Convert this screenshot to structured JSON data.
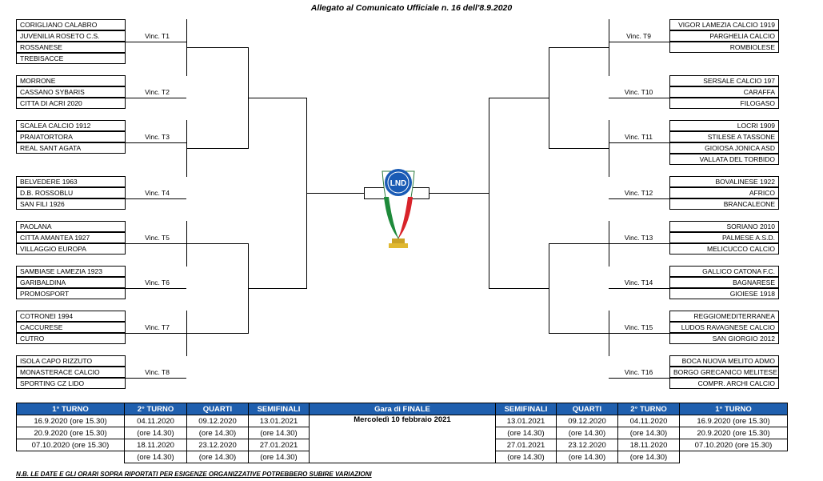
{
  "header": {
    "title": "Allegato al Comunicato Ufficiale n.  16 dell'8.9.2020"
  },
  "left_groups": [
    {
      "teams": [
        "CORIGLIANO CALABRO",
        "JUVENILIA ROSETO C.S.",
        "ROSSANESE",
        "TREBISACCE"
      ],
      "winner": "Vinc. T1"
    },
    {
      "teams": [
        "MORRONE",
        "CASSANO SYBARIS",
        "CITTA DI ACRI 2020"
      ],
      "winner": "Vinc. T2"
    },
    {
      "teams": [
        "SCALEA CALCIO 1912",
        "PRAIATORTORA",
        "REAL SANT AGATA"
      ],
      "winner": "Vinc. T3"
    },
    {
      "teams": [
        "BELVEDERE 1963",
        "D.B. ROSSOBLU",
        "SAN FILI 1926"
      ],
      "winner": "Vinc. T4"
    },
    {
      "teams": [
        "PAOLANA",
        "CITTA AMANTEA 1927",
        "VILLAGGIO EUROPA"
      ],
      "winner": "Vinc. T5"
    },
    {
      "teams": [
        "SAMBIASE LAMEZIA 1923",
        "GARIBALDINA",
        "PROMOSPORT"
      ],
      "winner": "Vinc. T6"
    },
    {
      "teams": [
        "COTRONEI 1994",
        "CACCURESE",
        "CUTRO"
      ],
      "winner": "Vinc. T7"
    },
    {
      "teams": [
        "ISOLA CAPO RIZZUTO",
        "MONASTERACE CALCIO",
        "SPORTING CZ LIDO"
      ],
      "winner": "Vinc. T8"
    }
  ],
  "right_groups": [
    {
      "teams": [
        "VIGOR LAMEZIA CALCIO 1919",
        "PARGHELIA CALCIO",
        "ROMBIOLESE"
      ],
      "winner": "Vinc. T9"
    },
    {
      "teams": [
        "SERSALE CALCIO 197",
        "CARAFFA",
        "FILOGASO"
      ],
      "winner": "Vinc. T10"
    },
    {
      "teams": [
        "LOCRI 1909",
        "STILESE A TASSONE",
        "GIOIOSA JONICA ASD",
        "VALLATA DEL TORBIDO"
      ],
      "winner": "Vinc. T11"
    },
    {
      "teams": [
        "BOVALINESE 1922",
        "AFRICO",
        "BRANCALEONE"
      ],
      "winner": "Vinc. T12"
    },
    {
      "teams": [
        "SORIANO 2010",
        "PALMESE A.S.D.",
        "MELICUCCO CALCIO"
      ],
      "winner": "Vinc. T13"
    },
    {
      "teams": [
        "GALLICO CATONA F.C.",
        "BAGNARESE",
        "GIOIESE 1918"
      ],
      "winner": "Vinc. T14"
    },
    {
      "teams": [
        "REGGIOMEDITERRANEA",
        "LUDOS RAVAGNESE CALCIO",
        "SAN GIORGIO 2012"
      ],
      "winner": "Vinc. T15"
    },
    {
      "teams": [
        "BOCA NUOVA MELITO ADMO",
        "BORGO GRECANICO MELITESE",
        "COMPR. ARCHI CALCIO"
      ],
      "winner": "Vinc. T16"
    }
  ],
  "logo": {
    "text": "LND",
    "icon": "cup-trophy-icon"
  },
  "schedule": {
    "headers": [
      "1° TURNO",
      "2° TURNO",
      "QUARTI",
      "SEMIFINALI",
      "Gara di FINALE",
      "SEMIFINALI",
      "QUARTI",
      "2° TURNO",
      "1° TURNO"
    ],
    "final": "Mercoledì 10 febbraio 2021",
    "rows": [
      [
        "16.9.2020  (ore 15.30)",
        "04.11.2020",
        "09.12.2020",
        "13.01.2021",
        "13.01.2021",
        "09.12.2020",
        "04.11.2020",
        "16.9.2020  (ore 15.30)"
      ],
      [
        "20.9.2020  (ore 15.30)",
        "(ore 14.30)",
        "(ore 14.30)",
        "(ore 14.30)",
        "(ore 14.30)",
        "(ore 14.30)",
        "(ore 14.30)",
        "20.9.2020  (ore 15.30)"
      ],
      [
        "07.10.2020 (ore 15.30)",
        "18.11.2020",
        "23.12.2020",
        "27.01.2021",
        "27.01.2021",
        "23.12.2020",
        "18.11.2020",
        "07.10.2020  (ore 15.30)"
      ],
      [
        "",
        "(ore 14.30)",
        "(ore 14.30)",
        "(ore 14.30)",
        "(ore 14.30)",
        "(ore 14.30)",
        "(ore 14.30)",
        ""
      ]
    ]
  },
  "footer": {
    "note": "N.B. LE DATE E GLI ORARI SOPRA RIPORTATI PER ESIGENZE ORGANIZZATIVE POTREBBERO SUBIRE VARIAZIONI"
  }
}
